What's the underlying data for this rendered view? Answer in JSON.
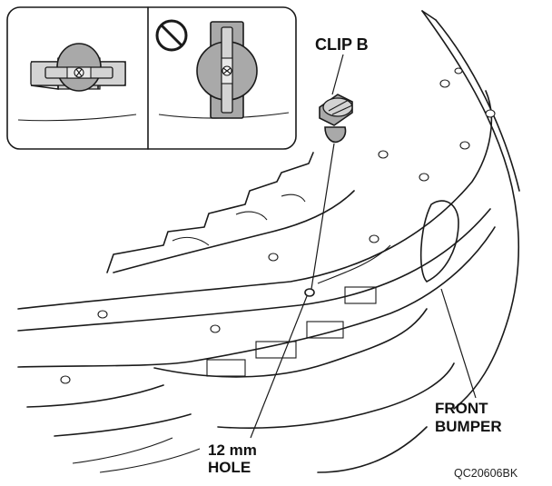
{
  "labels": {
    "clip": "CLIP B",
    "hole_line1": "12 mm",
    "hole_line2": "HOLE",
    "bumper_line1": "FRONT",
    "bumper_line2": "BUMPER",
    "figure_code": "QC20606BK"
  },
  "inset": {
    "left_panel": "correct-clip-orientation",
    "right_panel": "incorrect-clip-orientation",
    "prohibited_symbol": "prohibited-icon"
  },
  "colors": {
    "line": "#1a1a1a",
    "shading": "#a9a9a9",
    "background": "#ffffff"
  }
}
